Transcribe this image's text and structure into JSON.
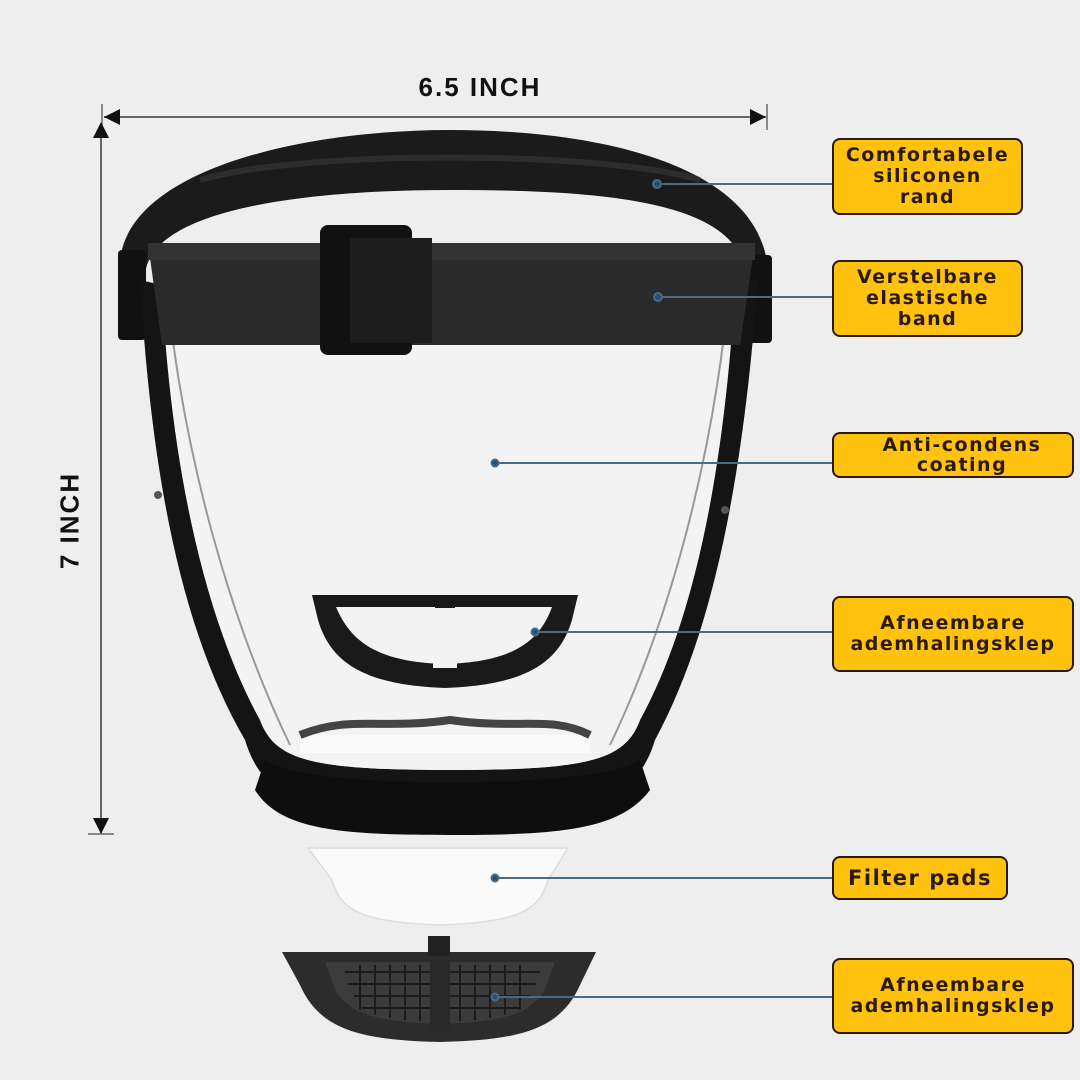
{
  "dimensions": {
    "width_label": "6.5 INCH",
    "height_label": "7 INCH"
  },
  "colors": {
    "background": "#eeeeee",
    "callout_fill": "#ffc20e",
    "callout_border": "#2a1a10",
    "callout_text": "#2a1a10",
    "leader_line": "#4a6a85",
    "mask_frame": "#111111"
  },
  "callouts": [
    {
      "id": "silicone-rim",
      "lines": [
        "Comfortabele",
        "siliconen",
        "rand"
      ]
    },
    {
      "id": "elastic-band",
      "lines": [
        "Verstelbare",
        "elastische",
        "band"
      ]
    },
    {
      "id": "anti-fog",
      "lines": [
        "Anti-condens",
        "coating"
      ]
    },
    {
      "id": "breathing-valve-1",
      "lines": [
        "Afneembare",
        "ademhalingsklep"
      ]
    },
    {
      "id": "filter-pads",
      "lines": [
        "Filter pads"
      ]
    },
    {
      "id": "breathing-valve-2",
      "lines": [
        "Afneembare",
        "ademhalingsklep"
      ]
    }
  ]
}
